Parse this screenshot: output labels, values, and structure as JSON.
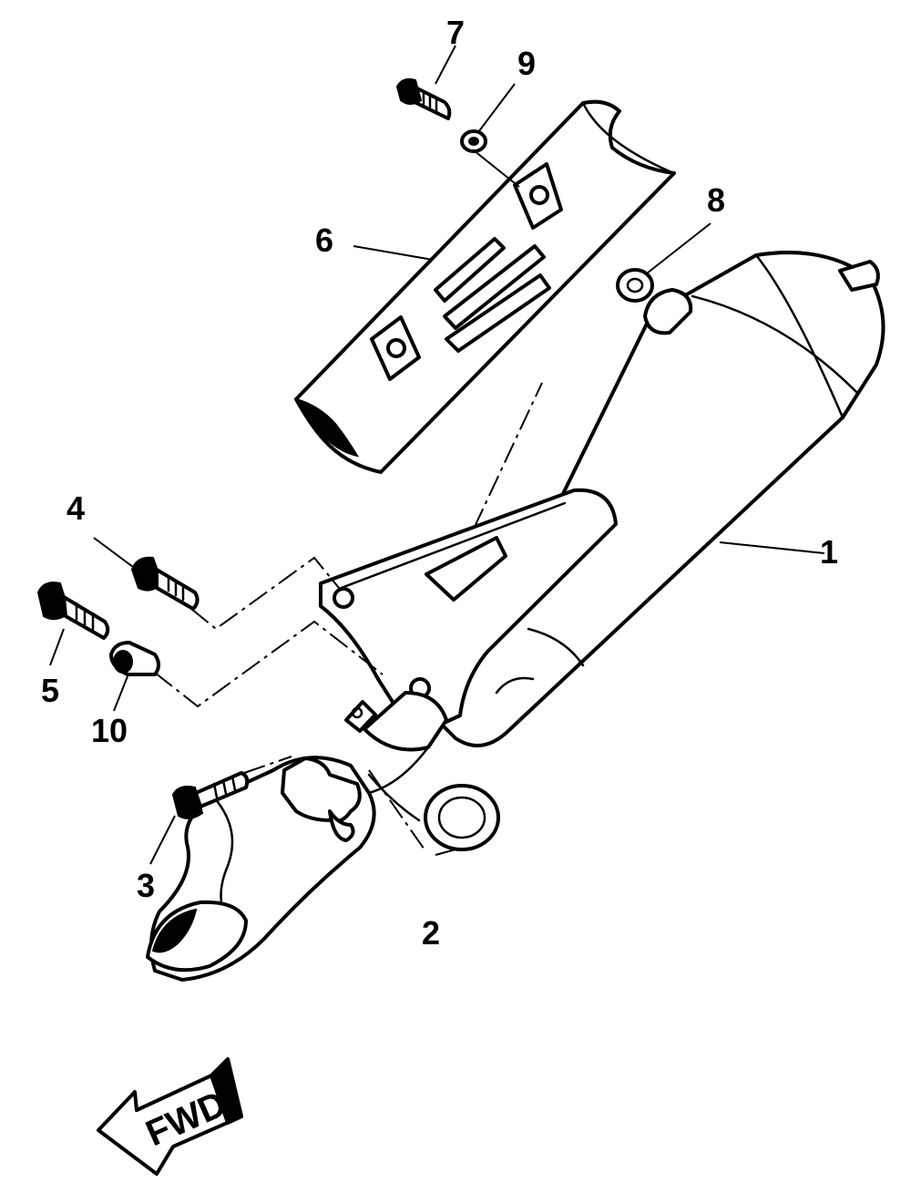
{
  "diagram": {
    "callouts": [
      {
        "id": "1",
        "label": "1"
      },
      {
        "id": "2",
        "label": "2"
      },
      {
        "id": "3",
        "label": "3"
      },
      {
        "id": "4",
        "label": "4"
      },
      {
        "id": "5",
        "label": "5"
      },
      {
        "id": "6",
        "label": "6"
      },
      {
        "id": "7",
        "label": "7"
      },
      {
        "id": "8",
        "label": "8"
      },
      {
        "id": "9",
        "label": "9"
      },
      {
        "id": "10",
        "label": "10"
      }
    ],
    "direction_arrow": {
      "label": "FWD"
    }
  }
}
